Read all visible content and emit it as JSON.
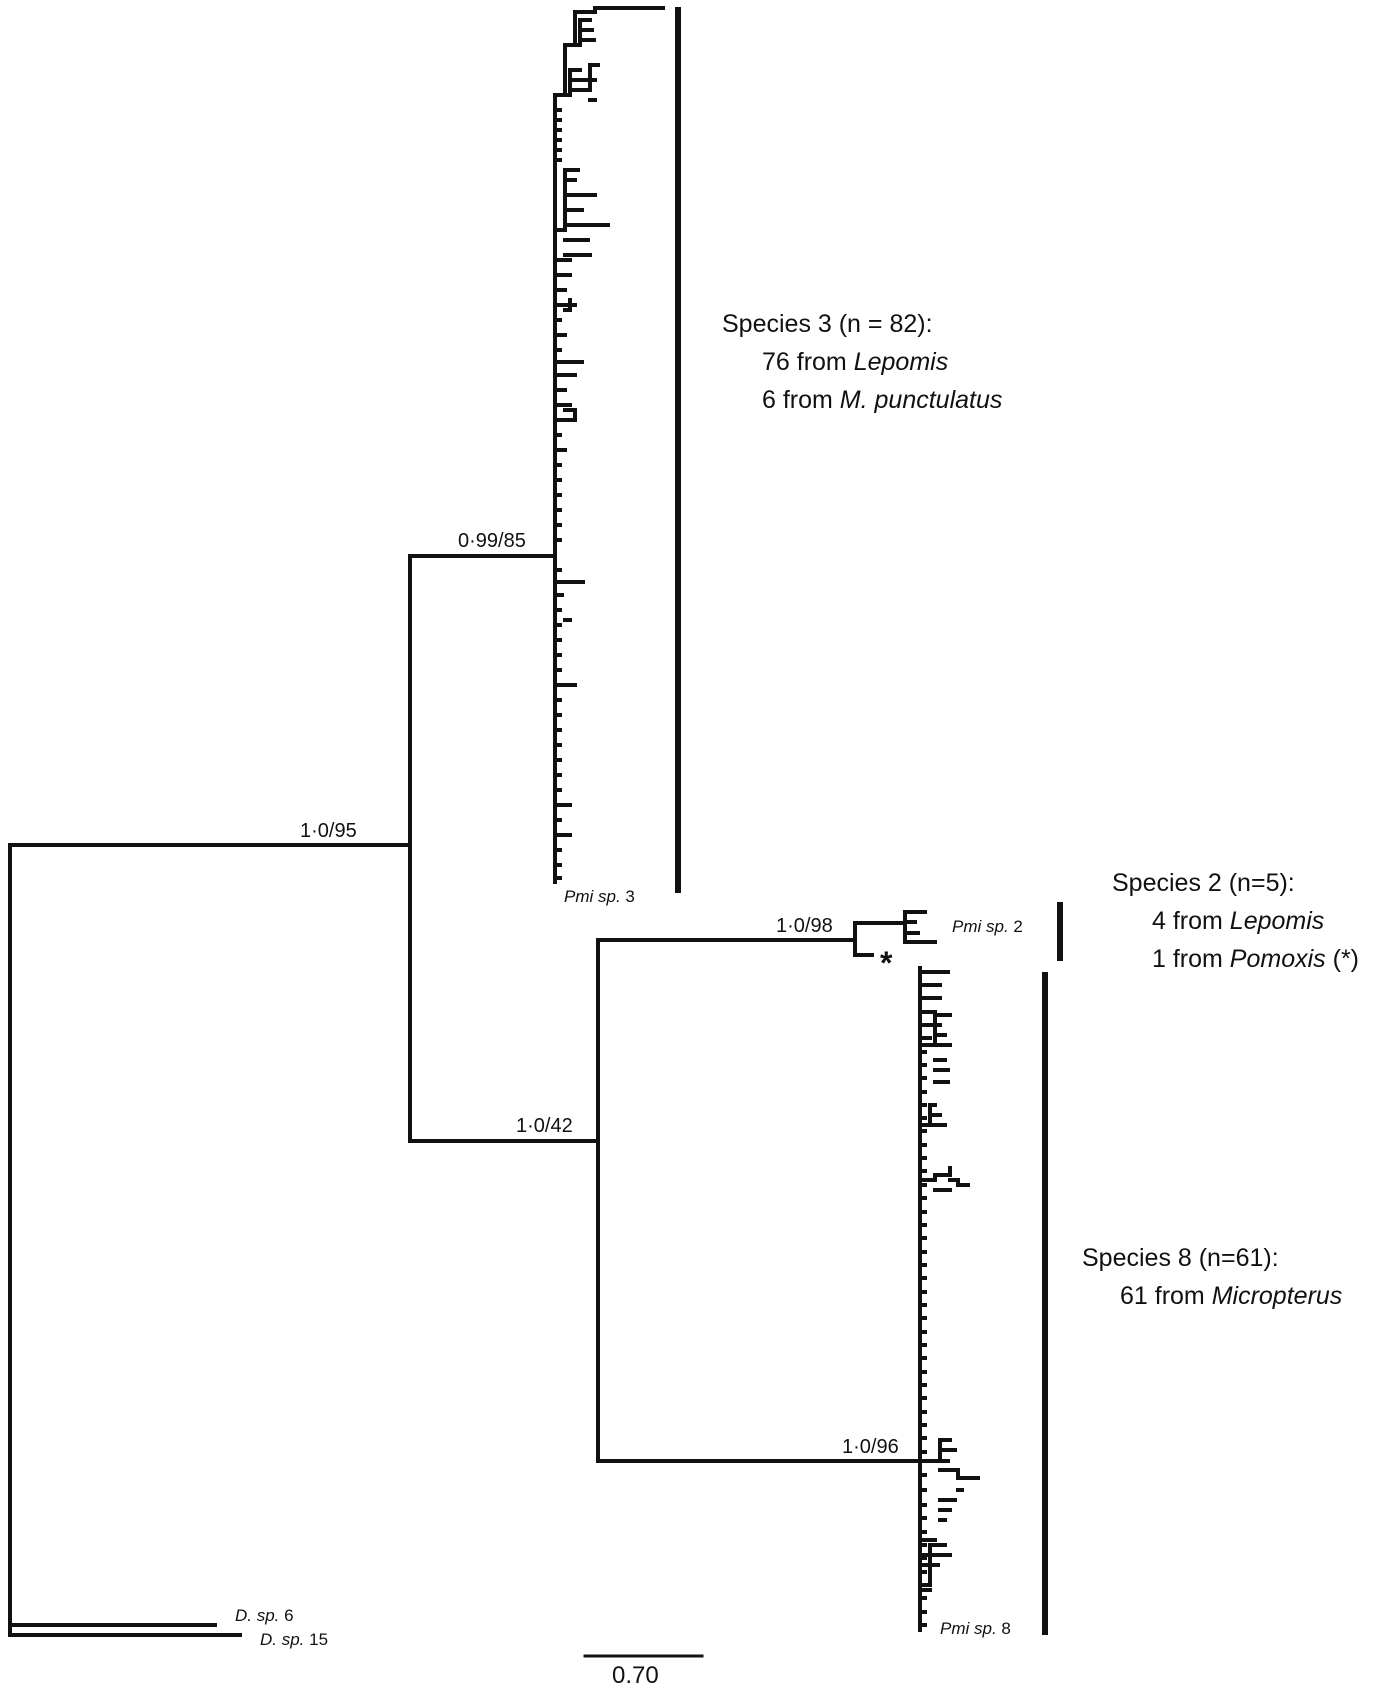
{
  "nodes": {
    "n1": "1·0/95",
    "n2": "0·99/85",
    "n3": "1·0/42",
    "n4": "1·0/98",
    "n5": "1·0/96"
  },
  "tips": {
    "sp3_genus": "Pmi sp.",
    "sp3_num": "3",
    "sp2_genus": "Pmi sp.",
    "sp2_num": "2",
    "sp8_genus": "Pmi sp.",
    "sp8_num": "8",
    "d6_genus": "D. sp.",
    "d6_num": "6",
    "d15_genus": "D. sp.",
    "d15_num": "15",
    "asterisk": "*"
  },
  "groups": {
    "sp3": {
      "title": "Species 3 (n = 82):",
      "line1_pre": "76 from ",
      "line1_taxon": "Lepomis",
      "line2_pre": "6 from ",
      "line2_taxon": "M. punctulatus"
    },
    "sp2": {
      "title": "Species 2 (n=5):",
      "line1_pre": "4 from ",
      "line1_taxon": "Lepomis",
      "line2_pre": "1 from ",
      "line2_taxon": "Pomoxis",
      "line2_post": " (*)"
    },
    "sp8": {
      "title": "Species 8 (n=61):",
      "line1_pre": "61 from ",
      "line1_taxon": "Micropterus"
    }
  },
  "scale_bar": {
    "label": "0.70"
  }
}
